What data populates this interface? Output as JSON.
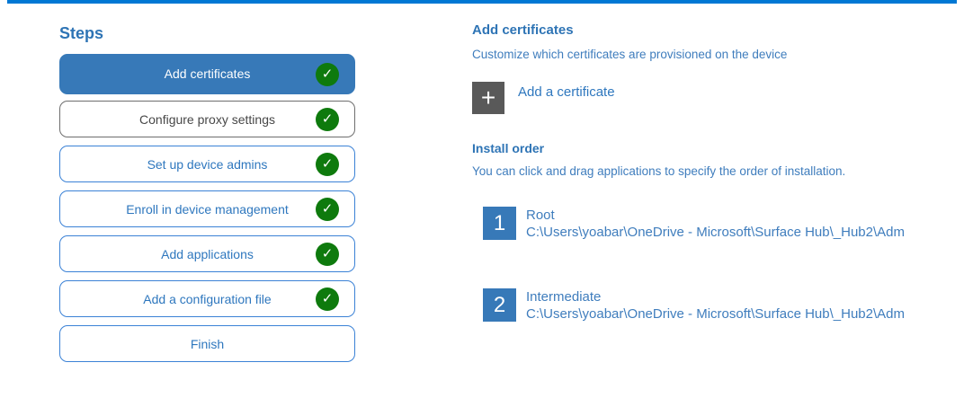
{
  "colors": {
    "top_bar": "#0078D4",
    "step_fill": "#3779B8",
    "step_border_blue": "#3B82D6",
    "step_text_blue": "#2E77BE",
    "heading_blue": "#2E74B5",
    "body_blue": "#3F7DBD",
    "hover_border_gray": "#6E6E6E",
    "hover_text_gray": "#474747",
    "check_green": "#0E7A0D",
    "plus_gray": "#595959",
    "badge_blue": "#3779B8"
  },
  "icons": {
    "check_glyph": "✓",
    "plus_glyph": "+"
  },
  "steps_panel": {
    "title": "Steps",
    "items": [
      {
        "label": "Add certificates",
        "state": "selected",
        "completed": true
      },
      {
        "label": "Configure proxy settings",
        "state": "hover",
        "completed": true
      },
      {
        "label": "Set up device admins",
        "state": "normal",
        "completed": true
      },
      {
        "label": "Enroll in device management",
        "state": "normal",
        "completed": true
      },
      {
        "label": "Add applications",
        "state": "normal",
        "completed": true
      },
      {
        "label": "Add a configuration file",
        "state": "normal",
        "completed": true
      },
      {
        "label": "Finish",
        "state": "normal",
        "completed": false
      }
    ]
  },
  "content": {
    "section_title": "Add certificates",
    "section_description": "Customize which certificates are provisioned on the device",
    "add_button_label": "Add a certificate",
    "install_order": {
      "title": "Install order",
      "description": "You can click and drag applications to specify the order of installation.",
      "items": [
        {
          "number": "1",
          "name": "Root",
          "path": "C:\\Users\\yoabar\\OneDrive - Microsoft\\Surface Hub\\_Hub2\\Adm"
        },
        {
          "number": "2",
          "name": "Intermediate",
          "path": "C:\\Users\\yoabar\\OneDrive - Microsoft\\Surface Hub\\_Hub2\\Adm"
        }
      ]
    }
  }
}
